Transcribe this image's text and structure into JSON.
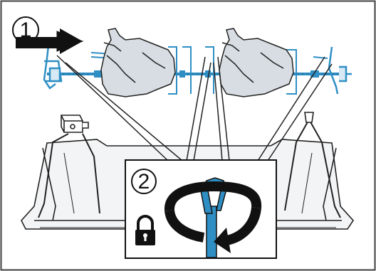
{
  "figure": {
    "steps": [
      {
        "number": "1",
        "action": "push-in-arrow-icon"
      },
      {
        "number": "2",
        "action": "rotate-clockwise-icon"
      }
    ],
    "icons": [
      "rotisserie-spit-illustration",
      "chicken-illustration",
      "roasting-tray-illustration",
      "lock-icon",
      "rotate-clockwise-icon",
      "push-in-arrow-icon"
    ],
    "colors": {
      "frame": "#444444",
      "line": "#222222",
      "spit_blue": "#2f8fc4",
      "chicken_fill": "#d7dde2",
      "tray_fill": "#f3f4f5",
      "background": "#ffffff"
    }
  }
}
